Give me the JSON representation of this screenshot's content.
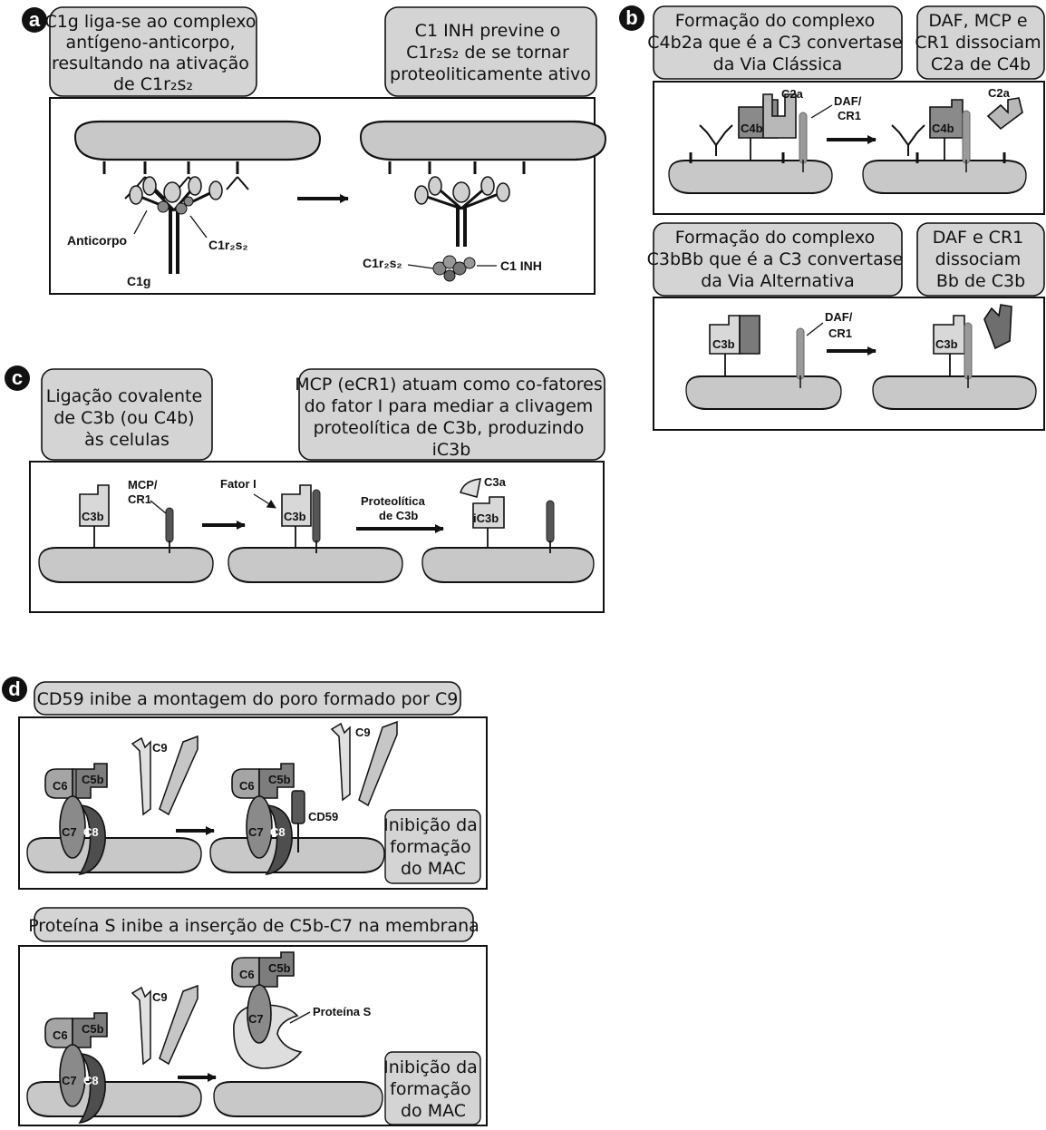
{
  "panels": {
    "a": {
      "badge": "a",
      "caption_left": [
        "C1g liga-se ao complexo",
        "antígeno-anticorpo,",
        "resultando na ativação",
        "de C1r₂s₂"
      ],
      "caption_right": [
        "C1 INH previne o",
        "C1r₂s₂ de se tornar",
        "proteoliticamente ativo"
      ],
      "labels": {
        "antibody": "Anticorpo",
        "c1g": "C1g",
        "c1rs_left": "C1r₂s₂",
        "c1rs_right": "C1r₂s₂",
        "c1inh": "C1 INH"
      }
    },
    "b": {
      "badge": "b",
      "top_caption_left": [
        "Formação do complexo",
        "C4b2a que é a C3 convertase",
        "da Via Clássica"
      ],
      "top_caption_right": [
        "DAF, MCP e",
        "CR1 dissociam",
        "C2a de C4b"
      ],
      "top_labels": {
        "c2a_left": "C2a",
        "c4b_left": "C4b",
        "daf": "DAF/",
        "cr1": "CR1",
        "c4b_right": "C4b",
        "c2a_right": "C2a"
      },
      "bottom_caption_left": [
        "Formação do complexo",
        "C3bBb que é a C3 convertase",
        "da Via Alternativa"
      ],
      "bottom_caption_right": [
        "DAF e CR1",
        "dissociam",
        "Bb de C3b"
      ],
      "bottom_labels": {
        "c3b_left": "C3b",
        "daf": "DAF/",
        "cr1": "CR1",
        "c3b_right": "C3b"
      }
    },
    "c": {
      "badge": "c",
      "caption_left": [
        "Ligação covalente",
        "de C3b (ou C4b)",
        "às celulas"
      ],
      "caption_right": [
        "MCP (eCR1) atuam como co-fatores",
        "do fator I para mediar a clivagem",
        "proteolítica de C3b, produzindo",
        "iC3b"
      ],
      "labels": {
        "c3b_1": "C3b",
        "mcp": "MCP/",
        "cr1": "CR1",
        "fator_i": "Fator I",
        "c3b_2": "C3b",
        "proteolitica": "Proteolítica",
        "de_c3b": "de C3b",
        "c3a": "C3a",
        "ic3b": "iC3b"
      }
    },
    "d": {
      "badge": "d",
      "top_caption": "CD59 inibe a montagem do poro formado por C9",
      "top_labels": {
        "c6_1": "C6",
        "c5b_1": "C5b",
        "c7_1": "C7",
        "c8_1": "C8",
        "c9_1": "C9",
        "c6_2": "C6",
        "c5b_2": "C5b",
        "c7_2": "C7",
        "c8_2": "C8",
        "cd59": "CD59",
        "c9_2": "C9"
      },
      "top_inhibition": [
        "Inibição da",
        "formação",
        "do MAC"
      ],
      "bottom_caption": "Proteína S inibe a inserção de C5b-C7 na membrana",
      "bottom_labels": {
        "c6_1": "C6",
        "c5b_1": "C5b",
        "c7_1": "C7",
        "c8_1": "C8",
        "c9": "C9",
        "c6_2": "C6",
        "c5b_2": "C5b",
        "c7_2": "C7",
        "protein_s": "Proteína S"
      },
      "bottom_inhibition": [
        "Inibição da",
        "formação",
        "do MAC"
      ]
    }
  }
}
